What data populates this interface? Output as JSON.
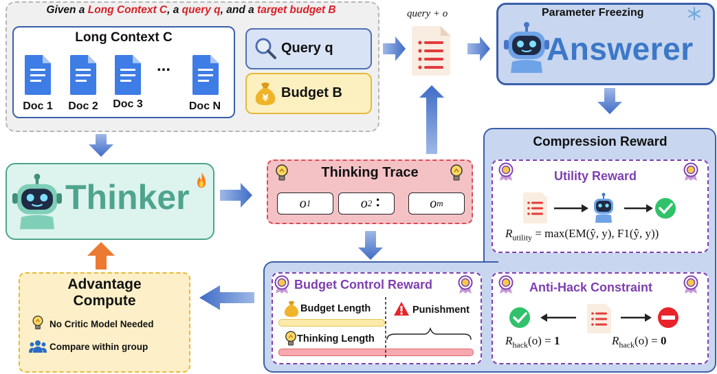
{
  "header": {
    "parts": [
      "Given a ",
      "Long Context C",
      ", a ",
      "query q",
      ", and a ",
      "target budget B"
    ]
  },
  "long_context": {
    "title": "Long Context C",
    "docs": [
      "Doc 1",
      "Doc 2",
      "Doc 3",
      "Doc N"
    ],
    "ellipsis": "..."
  },
  "query": {
    "label": "Query q"
  },
  "budget": {
    "label": "Budget B"
  },
  "query_plus_o": "query + o",
  "answerer": {
    "freeze_label": "Parameter Freezing",
    "name": "Answerer"
  },
  "thinker": {
    "name": "Thinker"
  },
  "thinking_trace": {
    "title": "Thinking Trace",
    "steps": [
      {
        "base": "o",
        "sub": "1"
      },
      {
        "base": "o",
        "sub": "2"
      },
      {
        "base": "o",
        "sub": "m"
      }
    ],
    "separator": ":"
  },
  "compression_reward": {
    "title": "Compression Reward",
    "utility": {
      "title": "Utility Reward",
      "formula": {
        "lhs": "R",
        "lhs_sub": "utility",
        "rhs": " = max(EM(ŷ, y), F1(ŷ, y))"
      }
    },
    "anti_hack": {
      "title": "Anti-Hack Constraint",
      "left": {
        "lhs": "R",
        "lhs_sub": "hack",
        "mid": "(o) = ",
        "val": "1"
      },
      "right": {
        "lhs": "R",
        "lhs_sub": "hack",
        "mid": "(o) = ",
        "val": "0"
      }
    }
  },
  "budget_control": {
    "title": "Budget Control Reward",
    "budget_length": "Budget Length",
    "punishment": "Punishment",
    "thinking_length": "Thinking Length"
  },
  "advantage": {
    "title_line1": "Advantage",
    "title_line2": "Compute",
    "items": [
      "No Critic Model Needed",
      "Compare within group"
    ]
  },
  "colors": {
    "blue_border": "#3a5fa8",
    "arrow_blue": "#4a74c9",
    "arrow_orange": "#ec7a32",
    "teal": "#4fa48e",
    "purple": "#7d3fb0",
    "red": "#d81f26"
  }
}
